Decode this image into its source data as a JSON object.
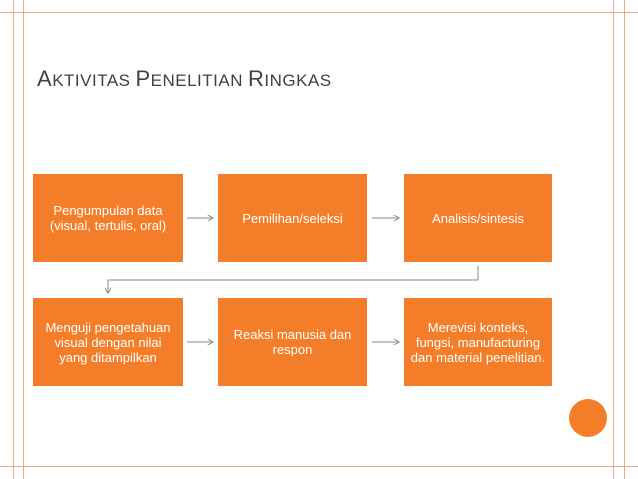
{
  "title": {
    "word1_initial": "A",
    "word1_rest": "KTIVITAS",
    "word2_initial": "P",
    "word2_rest": "ENELITIAN",
    "word3_initial": "R",
    "word3_rest": "INGKAS"
  },
  "steps": [
    "Pengumpulan data (visual, tertulis, oral)",
    "Pemilihan/seleksi",
    "Analisis/sintesis",
    "Menguji pengetahuan visual dengan nilai yang ditampilkan",
    "Reaksi manusia dan respon",
    "Merevisi konteks, fungsi, manufacturing dan material penelitian."
  ],
  "colors": {
    "accent": "#f47d2a",
    "border": "#f0a988",
    "title": "#404040"
  }
}
